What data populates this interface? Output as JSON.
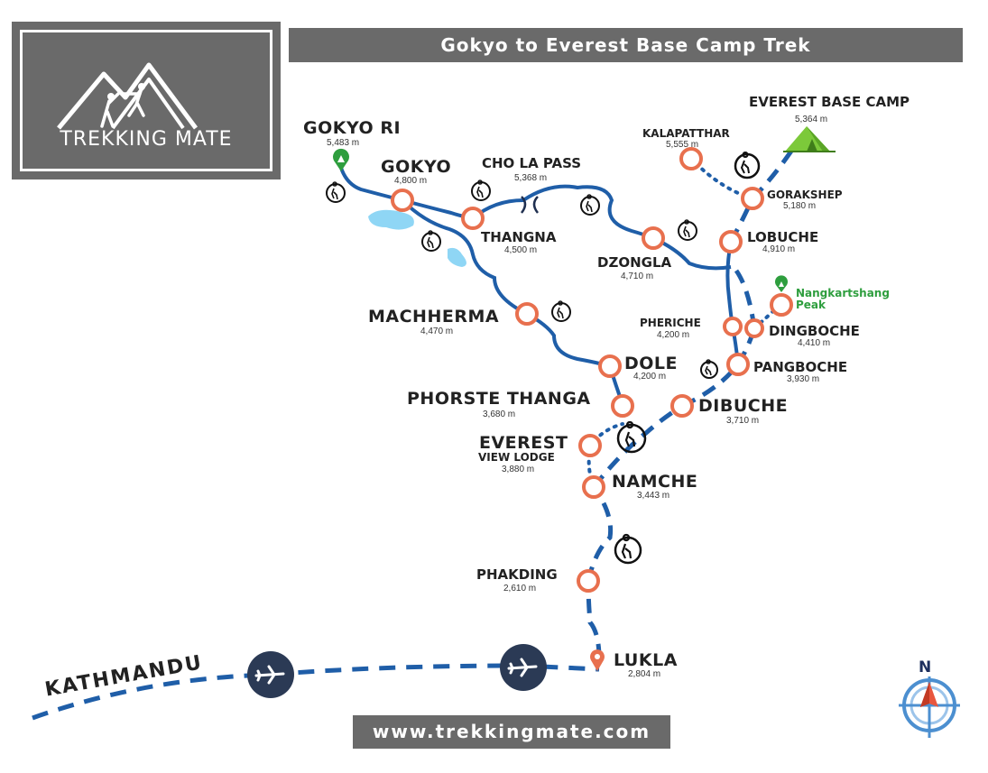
{
  "logo": {
    "brand": "TREKKING MATE"
  },
  "title": "Gokyo to Everest Base Camp Trek",
  "website": "www.trekkingmate.com",
  "north": "N",
  "colors": {
    "route": "#1f5ea8",
    "stop": "#e8704e",
    "lake": "#8fd6f5",
    "bar": "#6a6a6a",
    "flight": "#2b3a55"
  },
  "start": "KATHMANDU",
  "places": {
    "gokyo_ri": {
      "name": "GOKYO RI",
      "alt": "5,483 m"
    },
    "gokyo": {
      "name": "GOKYO",
      "alt": "4,800 m"
    },
    "cho_la_pass": {
      "name": "CHO LA PASS",
      "alt": "5,368 m"
    },
    "thangna": {
      "name": "THANGNA",
      "alt": "4,500 m"
    },
    "dzongla": {
      "name": "DZONGLA",
      "alt": "4,710 m"
    },
    "machherma": {
      "name": "MACHHERMA",
      "alt": "4,470 m"
    },
    "kalapatthar": {
      "name": "KALAPATTHAR",
      "alt": "5,555 m"
    },
    "everest_base_camp": {
      "name": "EVEREST BASE CAMP",
      "alt": "5,364 m"
    },
    "gorakshep": {
      "name": "GORAKSHEP",
      "alt": "5,180 m"
    },
    "lobuche": {
      "name": "LOBUCHE",
      "alt": "4,910 m"
    },
    "nangkartshang": {
      "name_line1": "Nangkartshang",
      "name_line2": "Peak"
    },
    "pheriche": {
      "name": "PHERICHE",
      "alt": "4,200 m"
    },
    "dingboche": {
      "name": "DINGBOCHE",
      "alt": "4,410 m"
    },
    "pangboche": {
      "name": "PANGBOCHE",
      "alt": "3,930 m"
    },
    "dole": {
      "name": "DOLE",
      "alt": "4,200 m"
    },
    "phorste_thanga": {
      "name": "PHORSTE THANGA",
      "alt": "3,680 m"
    },
    "dibuche": {
      "name": "DIBUCHE",
      "alt": "3,710 m"
    },
    "everest_view_lodge": {
      "name_line1": "EVEREST",
      "name_line2": "VIEW LODGE",
      "alt": "3,880 m"
    },
    "namche": {
      "name": "NAMCHE",
      "alt": "3,443 m"
    },
    "phakding": {
      "name": "PHAKDING",
      "alt": "2,610 m"
    },
    "lukla": {
      "name": "LUKLA",
      "alt": "2,804 m"
    }
  }
}
